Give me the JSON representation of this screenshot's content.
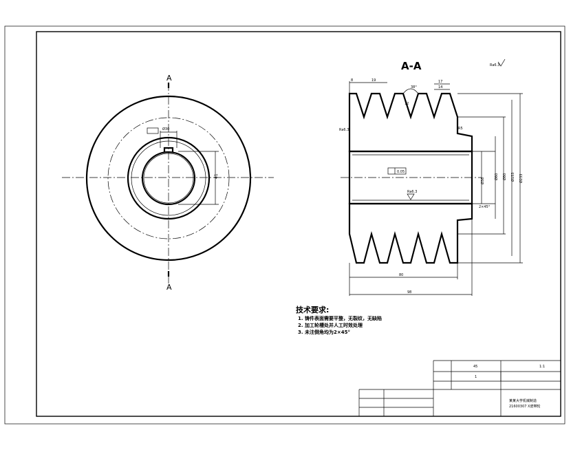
{
  "drawing": {
    "section_title": "A-A",
    "section_marks": [
      "A",
      "A"
    ],
    "roughness_general": "Ra6.3",
    "roughness_bore": "Ra6.3",
    "roughness_side": "Ra6.3",
    "front_view": {
      "keyway_dim": "Ø30",
      "keyway_depth": "41"
    },
    "section_view": {
      "groove_pitch": "19",
      "groove_top": "17",
      "groove_inner": "14",
      "groove_angle": "38°",
      "groove_depth": "12",
      "groove_edge": "8",
      "tolerance_frame": "0.05",
      "width_inner": "80",
      "width_total": "98",
      "diam_bore": "Ø38",
      "diam_hub": "Ø60",
      "diam_small": "Ø80",
      "diam_mid": "Ø153",
      "diam_outer": "Ø233",
      "chamfer_left": "2×45°",
      "chamfer_right": "R5"
    },
    "notes": {
      "heading": "技术要求:",
      "items": [
        "1. 铸件表面需要平整，无裂纹，无缺陷",
        "2. 加工轮槽处并人工时效处理",
        "3. 未注倒角均为2×45°"
      ]
    },
    "title_block": {
      "material": "45",
      "scale": "1:1",
      "quantity": "1",
      "company_line1": "某某大学机械制造",
      "company_line2": "21600307 X皮带轮"
    }
  }
}
